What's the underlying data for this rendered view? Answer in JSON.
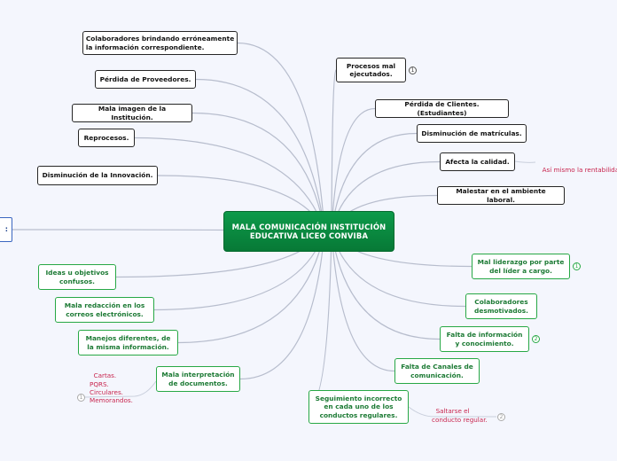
{
  "center": {
    "text": "MALA COMUNICACIÓN INSTITUCIÓN\nEDUCATIVA LICEO CONVIBA"
  },
  "left_nodes": [
    {
      "id": "colaboradores-erroneo",
      "text": "Colaboradores brindando erróneamente\nla información correspondiente."
    },
    {
      "id": "perdida-proveedores",
      "text": "Pérdida de Proveedores."
    },
    {
      "id": "mala-imagen",
      "text": "Mala imagen de la Institución."
    },
    {
      "id": "reprocesos",
      "text": "Reprocesos."
    },
    {
      "id": "disminucion-innovacion",
      "text": "Disminución de la Innovación."
    }
  ],
  "left_partial_text": ":",
  "left_green_nodes": [
    {
      "id": "ideas-objetivos",
      "text": "Ideas u objetivos\nconfusos."
    },
    {
      "id": "mala-redaccion",
      "text": "Mala redacción en los\ncorreos electrónicos."
    },
    {
      "id": "manejos-diferentes",
      "text": "Manejos diferentes, de\nla misma información."
    },
    {
      "id": "mala-interpretacion",
      "text": "Mala interpretación\nde documentos."
    }
  ],
  "right_nodes": [
    {
      "id": "procesos-mal",
      "text": "Procesos mal\nejecutados."
    },
    {
      "id": "perdida-clientes",
      "text": "Pérdida de Clientes. (Estudiantes)"
    },
    {
      "id": "disminucion-matriculas",
      "text": "Disminución de matrículas."
    },
    {
      "id": "afecta-calidad",
      "text": "Afecta la calidad."
    },
    {
      "id": "malestar-ambiente",
      "text": "Malestar en el ambiente laboral."
    }
  ],
  "right_green_nodes": [
    {
      "id": "mal-liderazgo",
      "text": "Mal liderazgo por parte\ndel líder a cargo."
    },
    {
      "id": "colaboradores-desmotivados",
      "text": "Colaboradores\ndesmotivados."
    },
    {
      "id": "falta-informacion",
      "text": "Falta de información\ny conocimiento."
    },
    {
      "id": "falta-canales",
      "text": "Falta de Canales de\ncomunicación."
    },
    {
      "id": "seguimiento-incorrecto",
      "text": "Seguimiento incorrecto\nen cada uno de los\nconductos regulares."
    }
  ],
  "notes": {
    "rentabilidad": "Así mismo la rentabilidad",
    "cartas": "Cartas.\nPQRS.\nCirculares.\nMemorandos.",
    "saltarse": "Saltarse el\nconducto regular."
  },
  "badges": {
    "procesos-mal": "1",
    "mal-liderazgo": "1",
    "falta-informacion": "2",
    "cartas": "1",
    "saltarse": "2"
  },
  "colors": {
    "background": "#f4f6fd",
    "center_fill": "#0a8a40",
    "link": "#b7bdcd",
    "green_border": "#27a845",
    "note_text": "#c8254e"
  }
}
